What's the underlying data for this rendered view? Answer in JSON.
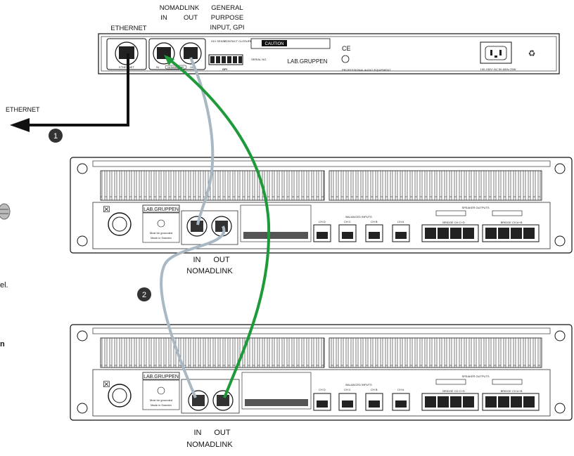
{
  "top_unit": {
    "labels": {
      "ethernet": "ETHERNET",
      "nomadlink": "NOMADLINK",
      "in": "IN",
      "out": "OUT",
      "gpi_line1": "GENERAL",
      "gpi_line2": "PURPOSE",
      "gpi_line3": "INPUT, GPI"
    },
    "panel_text": {
      "ethernet_port": "ETHERNET",
      "in": "IN",
      "nomadlink": "NOMADLINK",
      "out": "OUT",
      "sense": "24V SENSE",
      "contact_closure": "CONTACT CLOSURE",
      "gpi": "GPI",
      "caution": "CAUTION",
      "serial": "SERIAL NO.",
      "brand": "LAB.GRUPPEN",
      "ce": "CE",
      "pro_audio": "PROFESSIONAL AUDIO EQUIPMENT",
      "power_rating": "100-240V~AC  50-60Hz  25W"
    }
  },
  "ethernet_out_label": "ETHERNET",
  "callouts": [
    "1",
    "2"
  ],
  "amp1": {
    "brand": "LAB.GRUPPEN",
    "labels": {
      "in": "IN",
      "out": "OUT",
      "nomadlink": "NOMADLINK"
    },
    "panel_text": {
      "speaker_outputs": "SPEAKER OUTPUTS",
      "balanced_inputs": "BALANCED INPUTS",
      "bridge_cd": "BRIDGE CH C+D",
      "bridge_ab": "BRIDGE CH A+B",
      "grounded": "Must be grounded",
      "made_in": "Made in Sweden",
      "ch_d": "CH D",
      "ch_c": "CH C",
      "ch_b": "CH B",
      "ch_a": "CH A"
    }
  },
  "amp2": {
    "brand": "LAB.GRUPPEN",
    "labels": {
      "in": "IN",
      "out": "OUT",
      "nomadlink": "NOMADLINK"
    },
    "panel_text": {
      "speaker_outputs": "SPEAKER OUTPUTS",
      "balanced_inputs": "BALANCED INPUTS",
      "bridge_cd": "BRIDGE CH C+D",
      "bridge_ab": "BRIDGE CH A+B",
      "grounded": "Must be grounded",
      "made_in": "Made in Sweden",
      "ch_d": "CH D",
      "ch_c": "CH C",
      "ch_b": "CH B",
      "ch_a": "CH A"
    }
  },
  "left_edge_fragments": [
    "el.",
    "n"
  ],
  "colors": {
    "ethernet_cable": "#111111",
    "green_cable": "#1e9a3a",
    "gray_cable": "#a9b8c2",
    "callout_fill": "#333333"
  }
}
